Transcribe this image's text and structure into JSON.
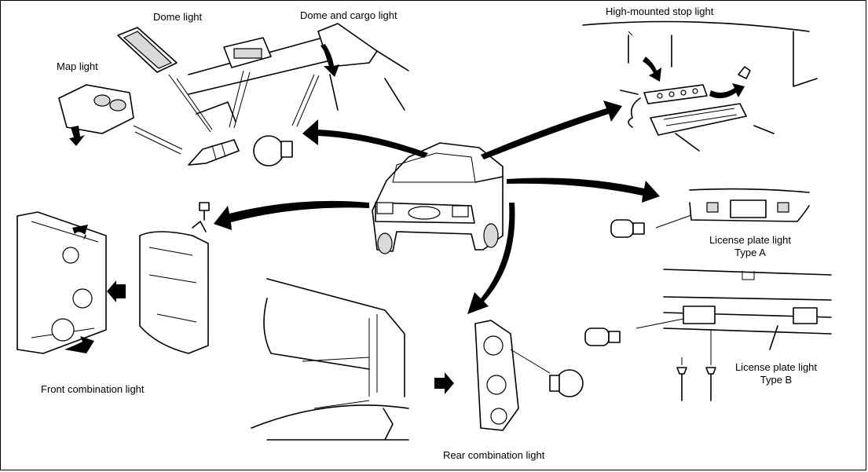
{
  "labels": {
    "dome_light": "Dome light",
    "dome_cargo_light": "Dome and cargo light",
    "map_light": "Map light",
    "high_mounted_stop_light": "High-mounted stop light",
    "license_plate_a_line1": "License plate light",
    "license_plate_a_line2": "Type A",
    "license_plate_b_line1": "License plate light",
    "license_plate_b_line2": "Type B",
    "front_combination_light": "Front combination light",
    "rear_combination_light": "Rear combination light"
  },
  "colors": {
    "ink": "#000000",
    "shade": "#d9d9d9",
    "background": "#ffffff"
  }
}
